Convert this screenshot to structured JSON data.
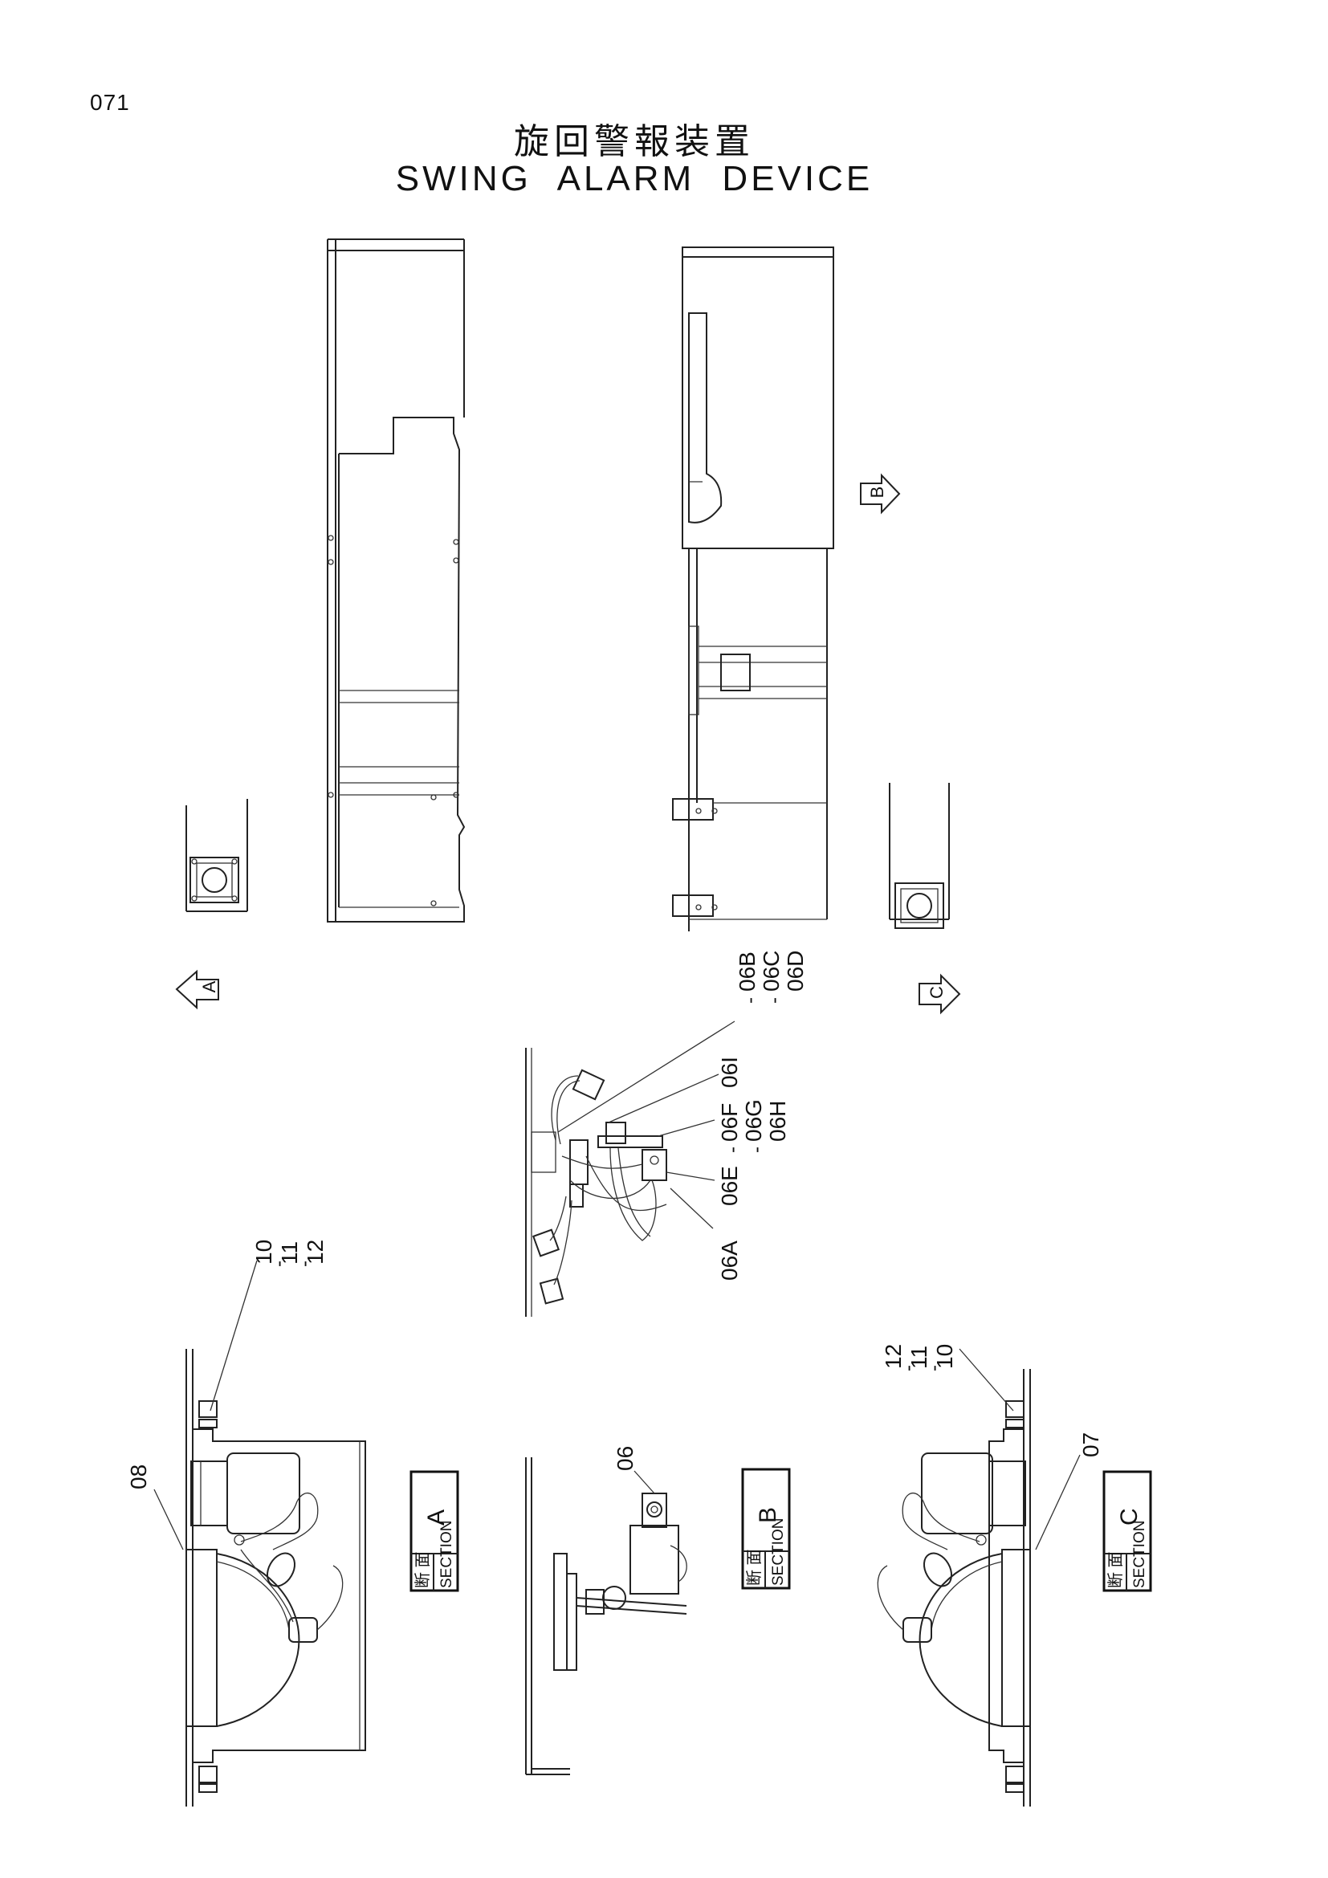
{
  "header": {
    "page_number": "071",
    "title_jp": "旋回警報装置",
    "title_en": "SWING  ALARM  DEVICE"
  },
  "view_arrows": {
    "a": "A",
    "b": "B",
    "c": "C"
  },
  "callouts": {
    "c06b": "06B",
    "c06c": "06C",
    "c06d": "06D",
    "c06i": "06I",
    "c06f": "06F",
    "c06g": "06G",
    "c06h": "06H",
    "c06e": "06E",
    "c06a": "06A",
    "c06": "06",
    "c07": "07",
    "c08": "08",
    "left_10": "10",
    "left_11": "11",
    "left_12": "12",
    "right_10": "10",
    "right_11": "11",
    "right_12": "12",
    "dash": "-"
  },
  "sections": {
    "a": {
      "jp": "断 面",
      "en": "SECTION",
      "letter": "A"
    },
    "b": {
      "jp": "断 面",
      "en": "SECTION",
      "letter": "B"
    },
    "c": {
      "jp": "断 面",
      "en": "SECTION",
      "letter": "C"
    }
  }
}
